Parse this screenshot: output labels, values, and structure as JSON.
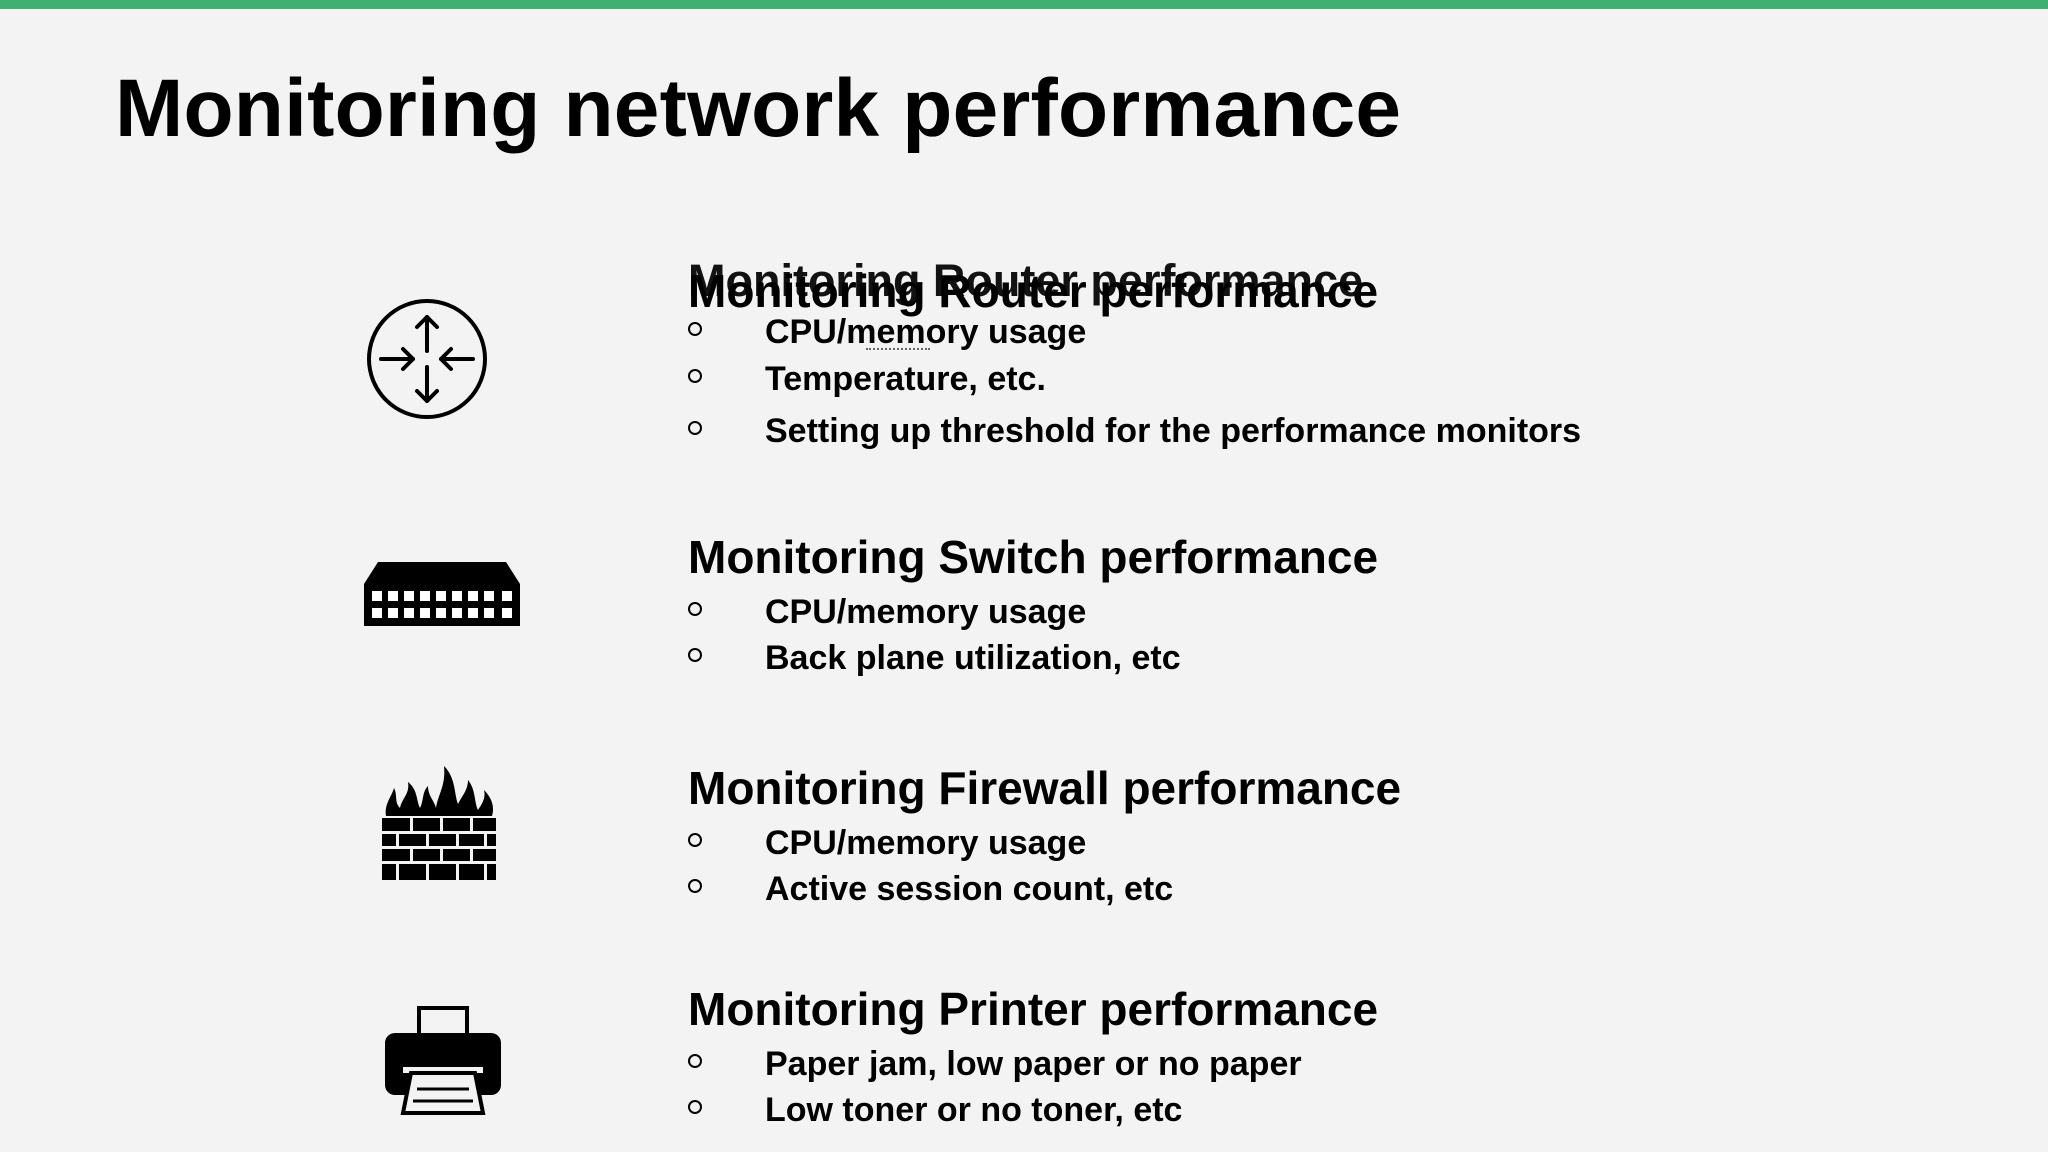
{
  "slide": {
    "title": "Monitoring network performance",
    "accent_color": "#3fb072",
    "background_color": "#f3f3f3"
  },
  "sections": [
    {
      "heading": "Monitoring Router performance",
      "icon": "router-icon",
      "bullets": [
        "CPU/memory usage",
        "Temperature, etc.",
        "Setting up threshold for the performance monitors"
      ]
    },
    {
      "heading": "Monitoring Switch performance",
      "icon": "switch-icon",
      "bullets": [
        "CPU/memory usage",
        "Back plane utilization, etc"
      ]
    },
    {
      "heading": "Monitoring Firewall performance",
      "icon": "firewall-icon",
      "bullets": [
        "CPU/memory usage",
        "Active session count, etc"
      ]
    },
    {
      "heading": "Monitoring Printer performance",
      "icon": "printer-icon",
      "bullets": [
        "Paper jam, low paper or no paper",
        "Low toner or no toner, etc"
      ]
    }
  ]
}
